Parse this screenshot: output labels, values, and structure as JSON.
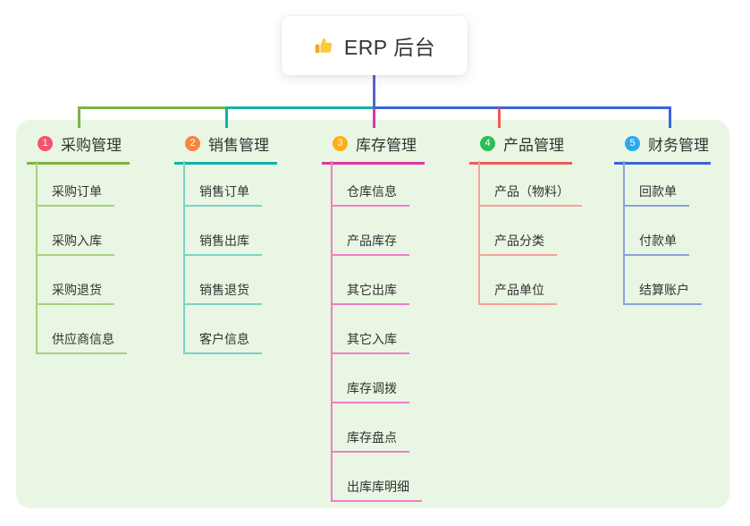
{
  "root": {
    "title": "ERP 后台",
    "icon": "thumbs-up-icon"
  },
  "colors": {
    "page_bg": "#FFFFFF",
    "panel_bg": "#E9F6E3",
    "root_stem": "#5566C8",
    "text": "#333333"
  },
  "branches": [
    {
      "badge": "1",
      "label": "采购管理",
      "line_color": "#7CB342",
      "item_line_color": "#A9D07E",
      "badge_color": "#F4536D",
      "items": [
        "采购订单",
        "采购入库",
        "采购退货",
        "供应商信息"
      ]
    },
    {
      "badge": "2",
      "label": "销售管理",
      "line_color": "#0FB3AB",
      "item_line_color": "#7ED0C9",
      "badge_color": "#F98540",
      "items": [
        "销售订单",
        "销售出库",
        "销售退货",
        "客户信息"
      ]
    },
    {
      "badge": "3",
      "label": "库存管理",
      "line_color": "#D838A5",
      "item_line_color": "#EE7EC7",
      "badge_color": "#FFAE14",
      "items": [
        "仓库信息",
        "产品库存",
        "其它出库",
        "其它入库",
        "库存调拨",
        "库存盘点",
        "出库库明细"
      ]
    },
    {
      "badge": "4",
      "label": "产品管理",
      "line_color": "#F25A58",
      "item_line_color": "#F8A09B",
      "badge_color": "#2CBD59",
      "items": [
        "产品（物料）",
        "产品分类",
        "产品单位"
      ]
    },
    {
      "badge": "5",
      "label": "财务管理",
      "line_color": "#3C63D9",
      "item_line_color": "#8CA2D9",
      "badge_color": "#2CA9EE",
      "items": [
        "回款单",
        "付款单",
        "结算账户"
      ]
    }
  ]
}
